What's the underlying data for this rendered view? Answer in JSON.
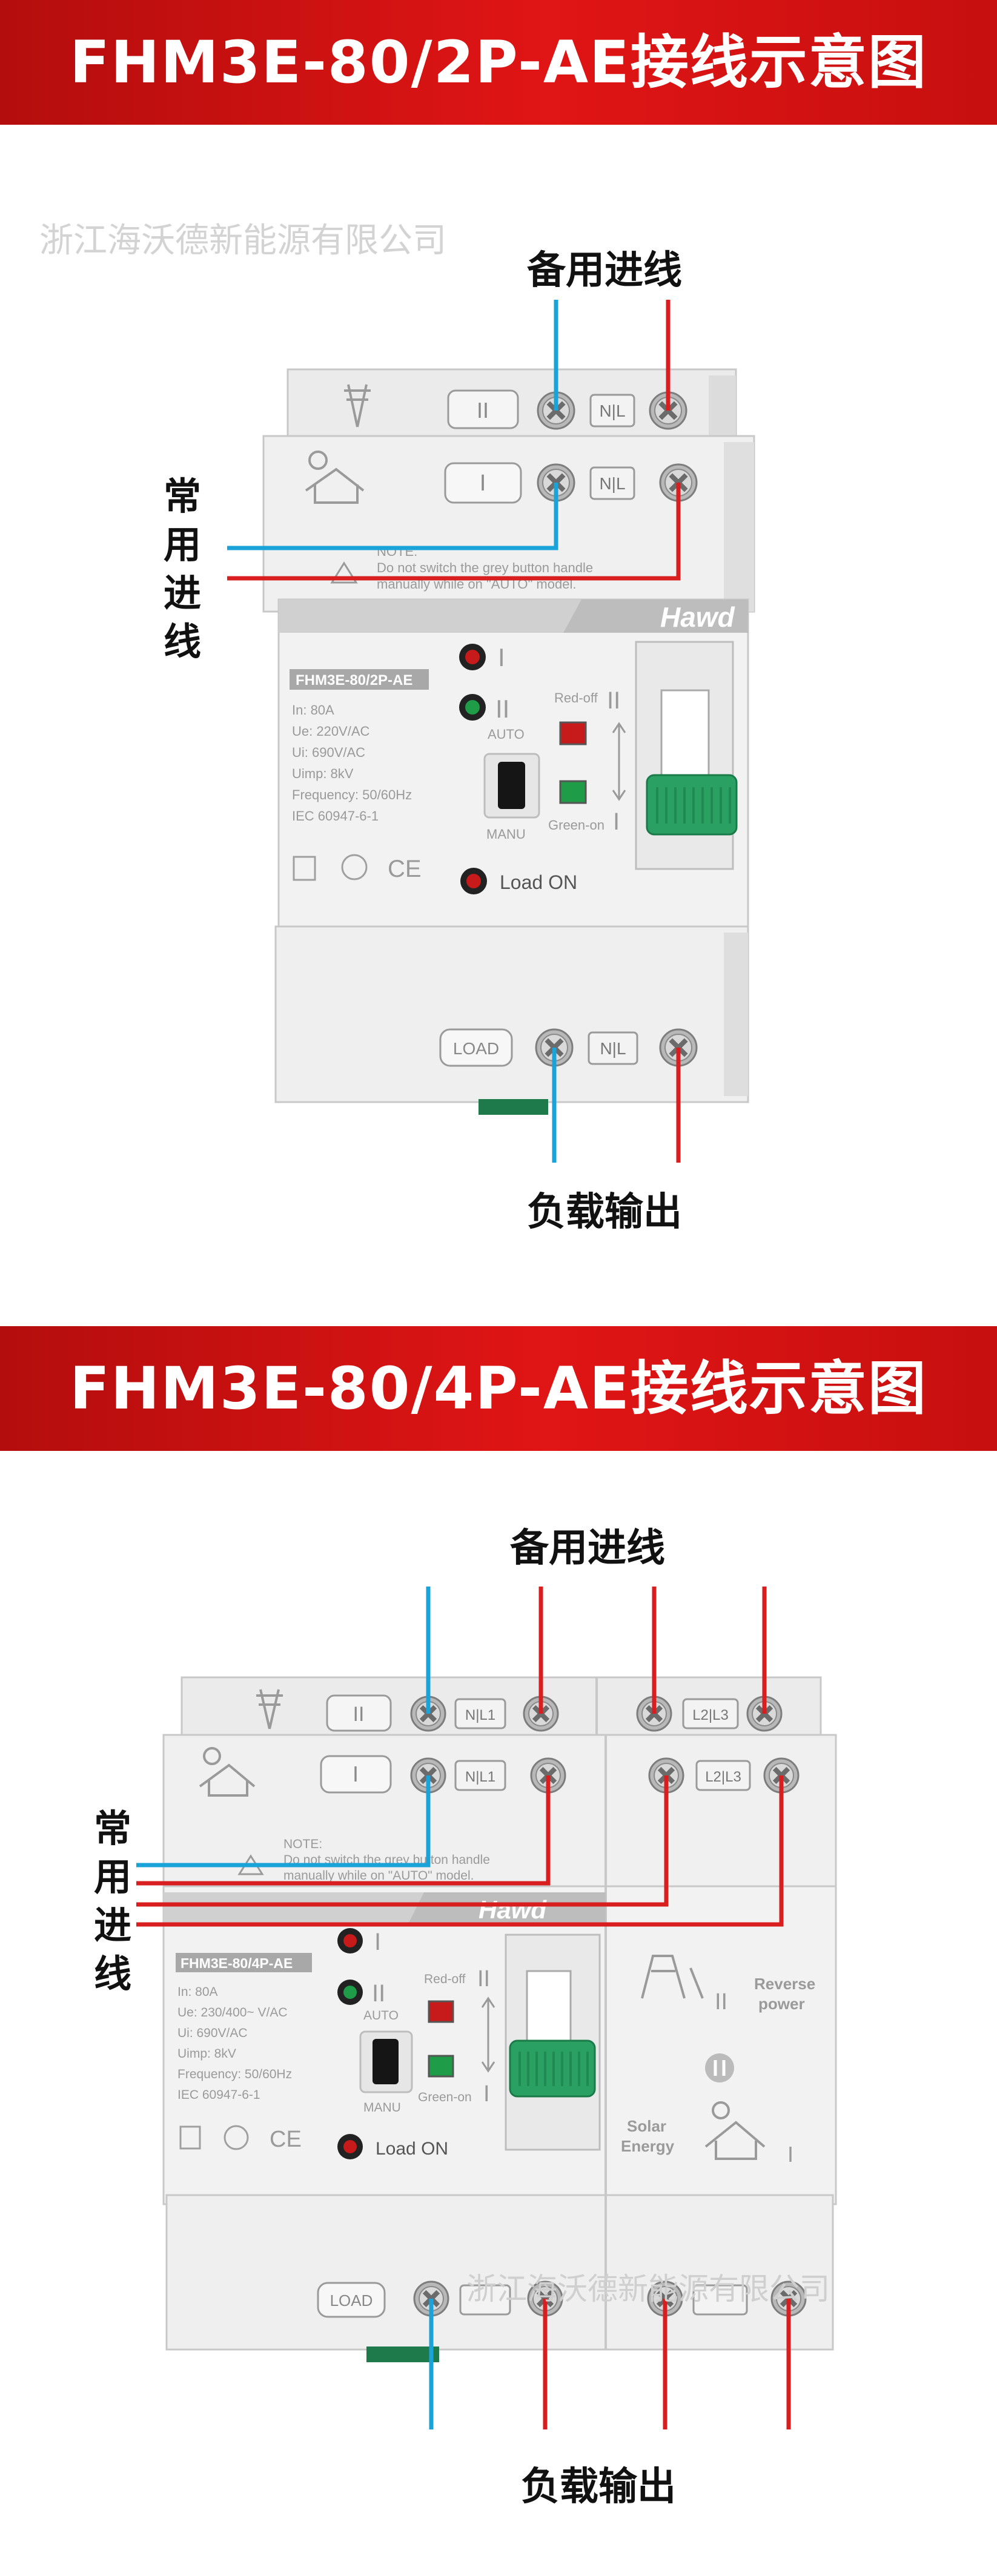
{
  "colors": {
    "banner": "#d71212",
    "wire_blue": "#1aa3d8",
    "wire_red": "#d81e1e",
    "body": "#ececec",
    "body_dark": "#d4d4d4",
    "lever": "#2aa163",
    "led_red": "#c71a1a",
    "led_green": "#1e9c48"
  },
  "watermark": "浙江海沃德新能源有限公司",
  "labels": {
    "backup_in": "备用进线",
    "main_in_chars": [
      "常",
      "用",
      "进",
      "线"
    ],
    "load_out": "负载输出"
  },
  "section1": {
    "title": "FHM3E-80/2P-AE接线示意图",
    "device": {
      "brand": "Hawd",
      "model": "FHM3E-80/2P-AE",
      "specs": [
        "In: 80A",
        "Ue: 220V/AC",
        "Ui: 690V/AC",
        "Uimp: 8kV",
        "Frequency: 50/60Hz",
        "IEC 60947-6-1"
      ],
      "note_title": "NOTE:",
      "note_line1": "Do not switch the grey button handle",
      "note_line2": "manually while on \"AUTO\" model.",
      "terminal_top": "N|L",
      "terminal_mid": "N|L",
      "terminal_bottom": "N|L",
      "roman_1": "I",
      "roman_2": "II",
      "auto": "AUTO",
      "manu": "MANU",
      "red_off": "Red-off",
      "green_on": "Green-on",
      "load_on": "Load ON",
      "load_tag": "LOAD",
      "ce": "CE"
    }
  },
  "section2": {
    "title": "FHM3E-80/4P-AE接线示意图",
    "device": {
      "brand": "Hawd",
      "model": "FHM3E-80/4P-AE",
      "specs": [
        "In: 80A",
        "Ue: 230/400~ V/AC",
        "Ui: 690V/AC",
        "Uimp: 8kV",
        "Frequency: 50/60Hz",
        "IEC 60947-6-1"
      ],
      "note_title": "NOTE:",
      "note_line1": "Do not switch the grey button handle",
      "note_line2": "manually while on \"AUTO\" model.",
      "terminal_top_a": "N|L1",
      "terminal_top_b": "L2|L3",
      "terminal_mid_a": "N|L1",
      "terminal_mid_b": "L2|L3",
      "roman_1": "I",
      "roman_2": "II",
      "auto": "AUTO",
      "manu": "MANU",
      "red_off": "Red-off",
      "green_on": "Green-on",
      "load_on": "Load ON",
      "load_tag": "LOAD",
      "ce": "CE",
      "reverse_line1": "Reverse",
      "reverse_line2": "power",
      "solar_line1": "Solar",
      "solar_line2": "Energy"
    }
  }
}
